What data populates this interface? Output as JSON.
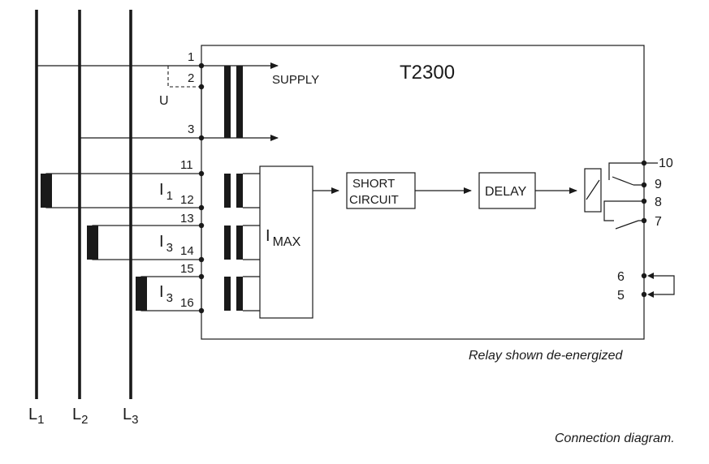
{
  "title": "T2300",
  "supply_label": "SUPPLY",
  "u_label": "U",
  "terminals": {
    "t1": "1",
    "t2": "2",
    "t3": "3",
    "t11": "11",
    "t12": "12",
    "t13": "13",
    "t14": "14",
    "t15": "15",
    "t16": "16",
    "t10": "10",
    "t9": "9",
    "t8": "8",
    "t7": "7",
    "t6": "6",
    "t5": "5"
  },
  "ct_labels": {
    "i1": {
      "main": "I",
      "sub": "1"
    },
    "i3a": {
      "main": "I",
      "sub": "3"
    },
    "i3b": {
      "main": "I",
      "sub": "3"
    }
  },
  "imax": {
    "main": "I",
    "sub": "MAX"
  },
  "short_circuit": {
    "line1": "SHORT",
    "line2": "CIRCUIT"
  },
  "delay_label": "DELAY",
  "relay_note": "Relay shown de-energized",
  "phases": [
    {
      "main": "L",
      "sub": "1"
    },
    {
      "main": "L",
      "sub": "2"
    },
    {
      "main": "L",
      "sub": "3"
    }
  ],
  "caption": "Connection diagram."
}
